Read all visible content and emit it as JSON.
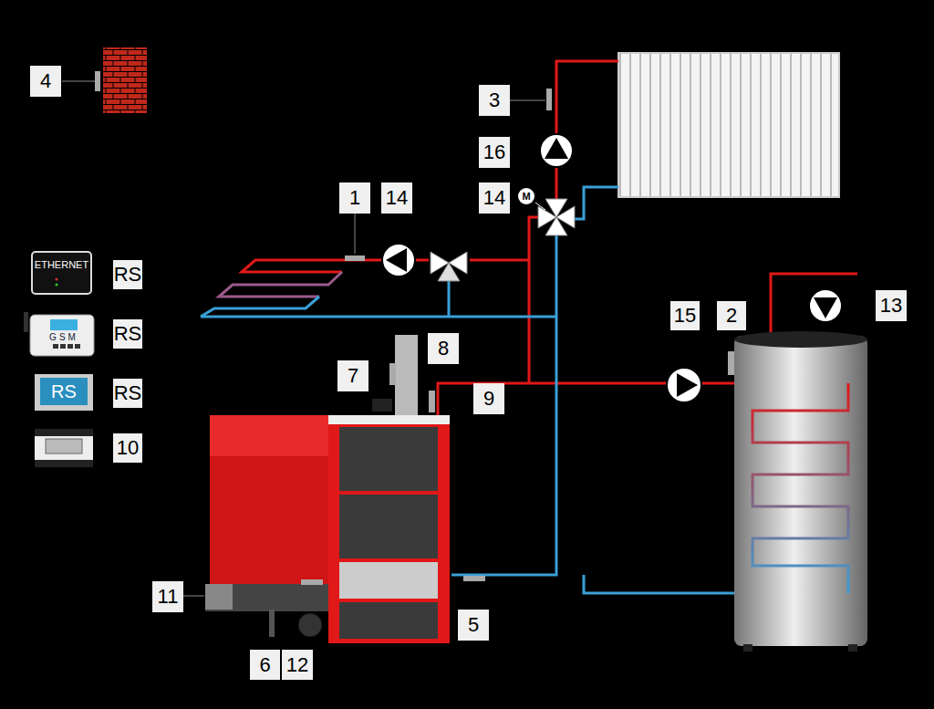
{
  "diagram": {
    "labels": [
      "4",
      "3",
      "16",
      "1",
      "14",
      "14",
      "M",
      "ETHERNET",
      "RS",
      "GSM",
      "RS",
      "RS",
      "RS",
      "10",
      "15",
      "2",
      "13",
      "8",
      "7",
      "9",
      "11",
      "5",
      "6",
      "12"
    ]
  }
}
